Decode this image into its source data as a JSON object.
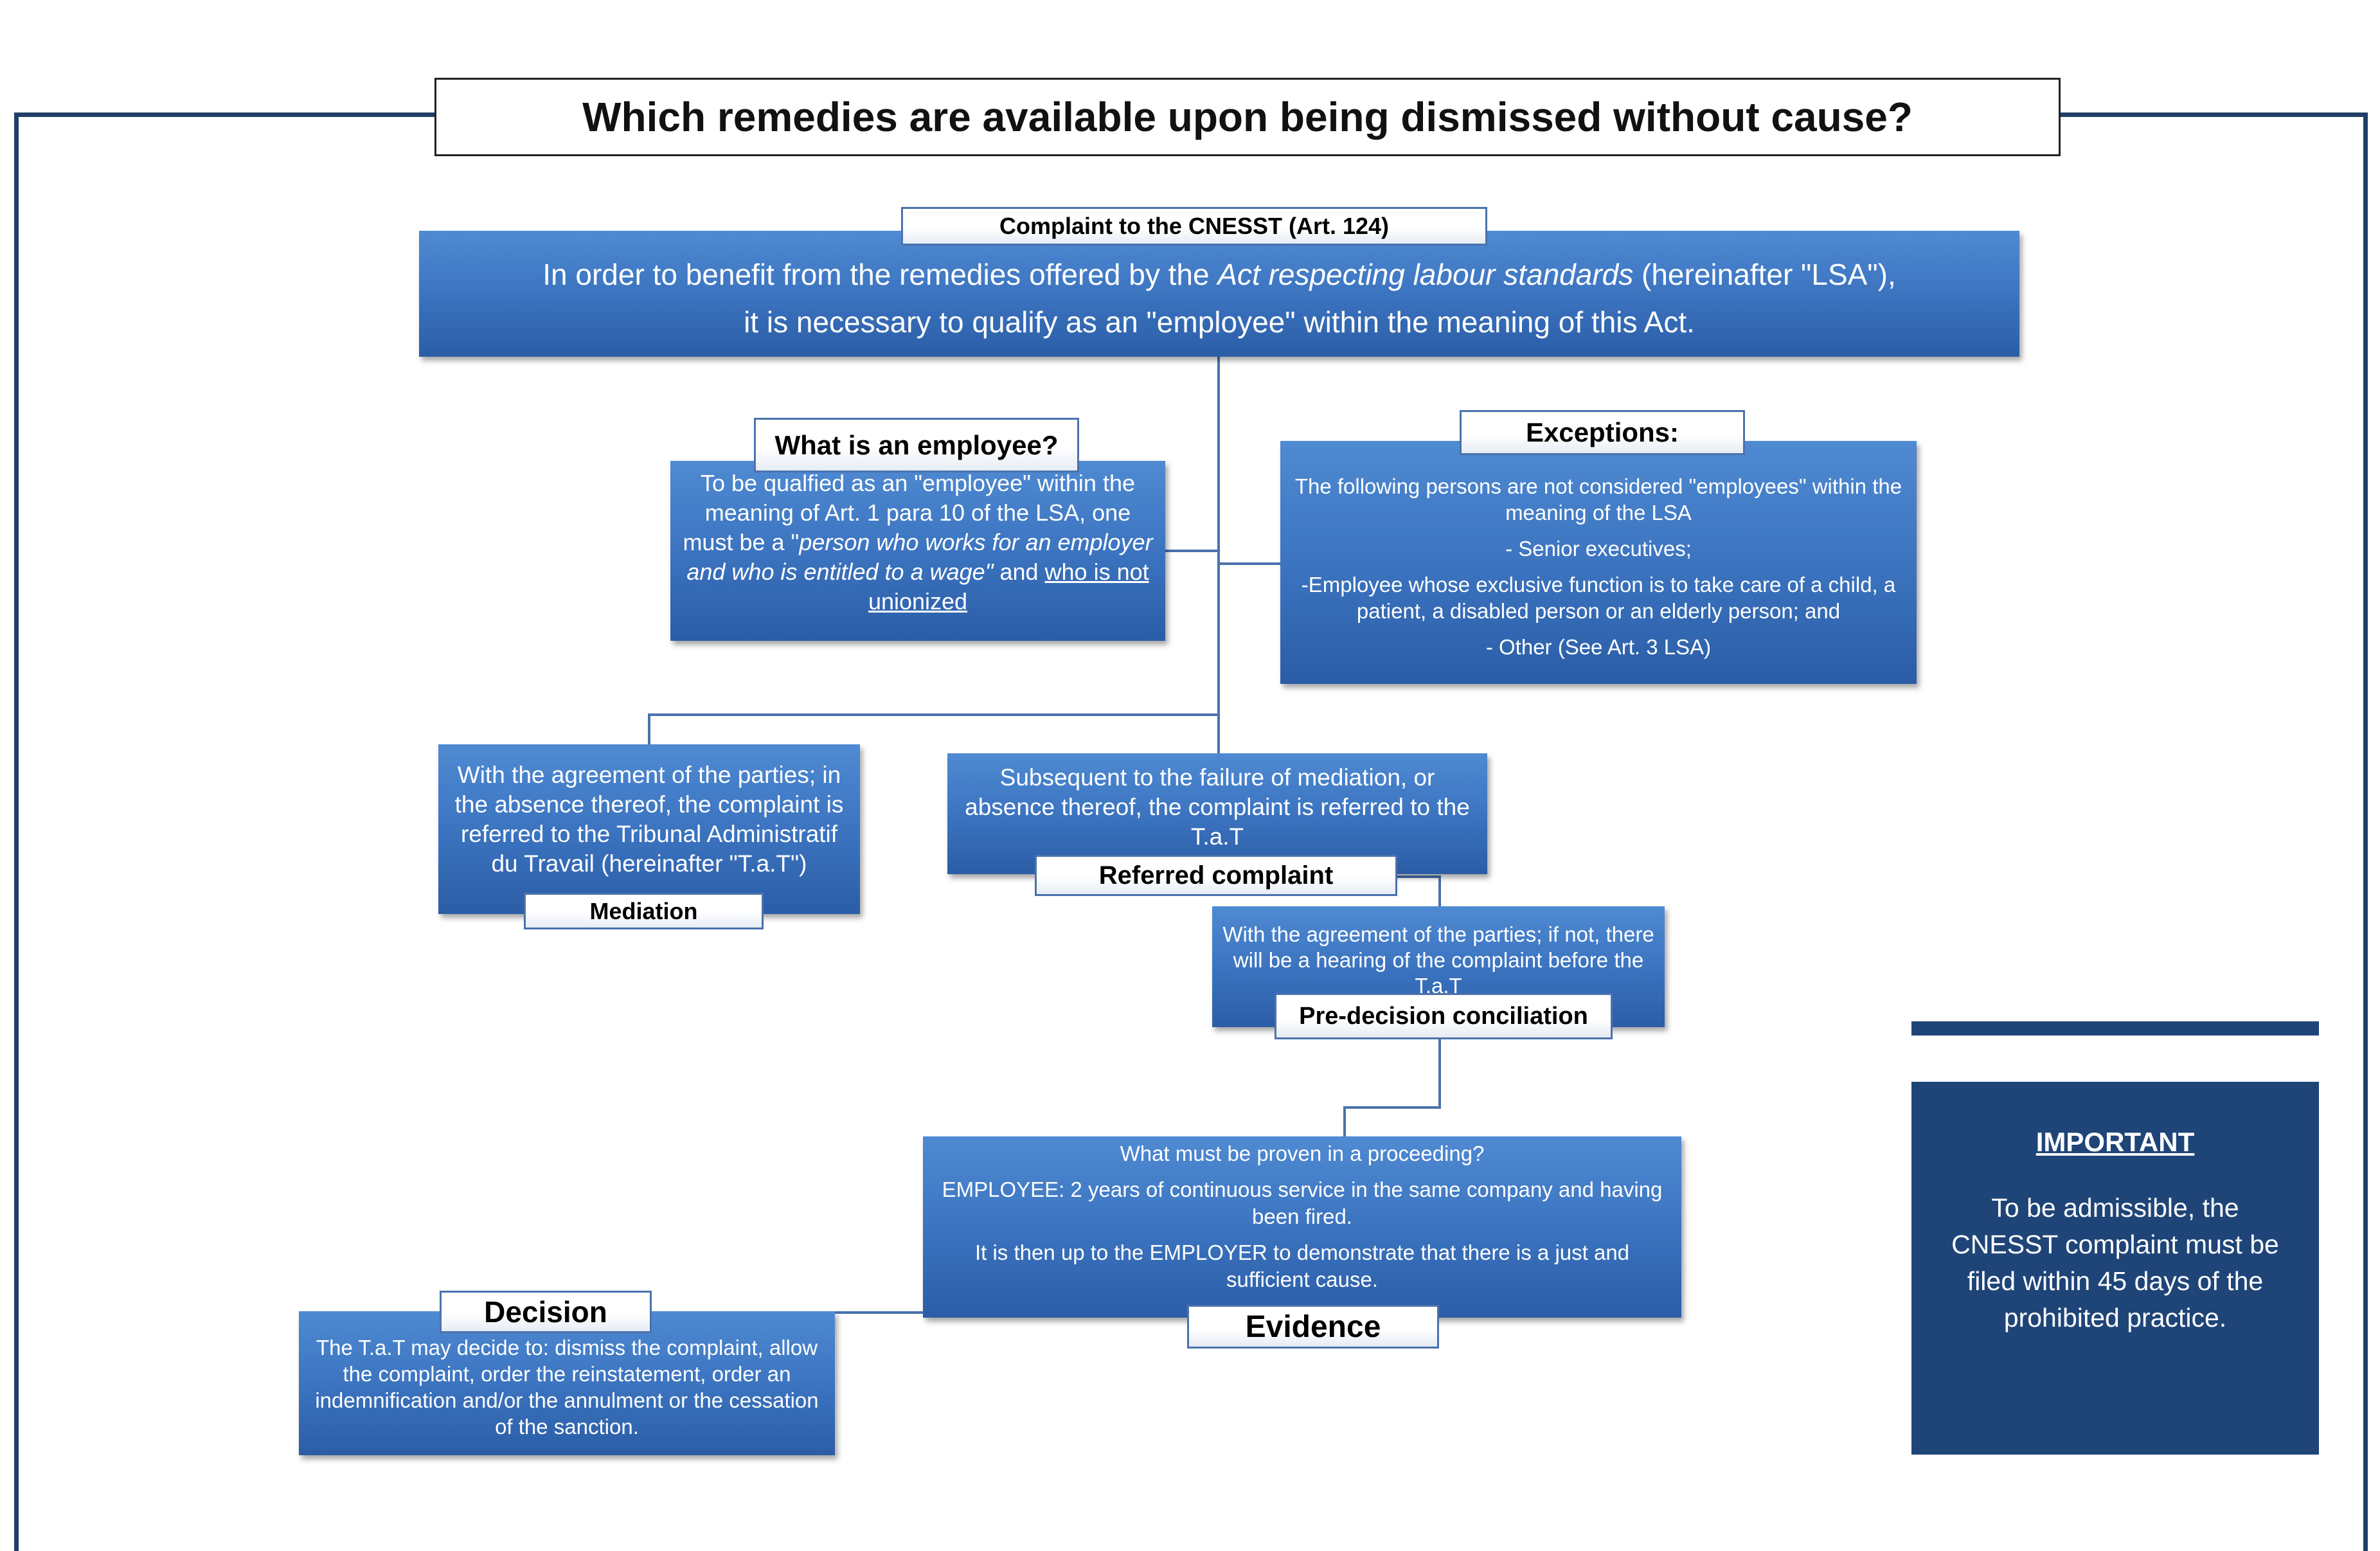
{
  "title": "Which remedies are available upon being dismissed without cause?",
  "complaint": {
    "label": "Complaint to the CNESST (Art. 124)",
    "line1_a": "In order to benefit from the remedies offered by the ",
    "line1_italic": "Act respecting labour standards",
    "line1_b": " (hereinafter \"LSA\"),",
    "line2": "it is necessary to qualify as an \"employee\" within the meaning of this Act."
  },
  "employee": {
    "label": "What is an employee?",
    "text_a": "To be qualfied as an \"employee\" within the meaning of Art. 1 para 10 of the LSA, one must be a \"",
    "text_italic": "person who works for an employer and who is entitled to a wage\"",
    "text_b": " and ",
    "text_underline": "who is not unionized"
  },
  "exceptions": {
    "label": "Exceptions:",
    "intro": "The following persons are not considered \"employees\" within the meaning of the LSA",
    "item1": "- Senior executives;",
    "item2": "-Employee whose exclusive function is to take care of a child, a patient, a disabled person or an elderly person; and",
    "item3": "- Other (See Art. 3 LSA)"
  },
  "mediation": {
    "label": "Mediation",
    "text": "With the agreement of the parties; in the absence thereof, the complaint is referred to the Tribunal Administratif du Travail (hereinafter \"T.a.T\")"
  },
  "referred": {
    "label": "Referred complaint",
    "text": "Subsequent to the failure of mediation, or absence thereof, the complaint is referred to the T.a.T"
  },
  "conciliation": {
    "label": "Pre-decision conciliation",
    "text": "With the agreement of the parties; if not, there will be a hearing of the complaint before the T.a.T"
  },
  "evidence": {
    "label": "Evidence",
    "line1": "What must be proven in a proceeding?",
    "line2": "EMPLOYEE: 2 years of continuous service in the same company and having been fired.",
    "line3": "It is then up to the EMPLOYER to demonstrate that there is a just and sufficient cause."
  },
  "decision": {
    "label": "Decision",
    "text": "The T.a.T may decide to: dismiss the complaint, allow the complaint, order the reinstatement, order an indemnification and/or the annulment or the cessation of the sanction."
  },
  "important": {
    "heading": "IMPORTANT",
    "text": "To be admissible, the CNESST complaint must be filed within 45 days of the prohibited practice."
  }
}
